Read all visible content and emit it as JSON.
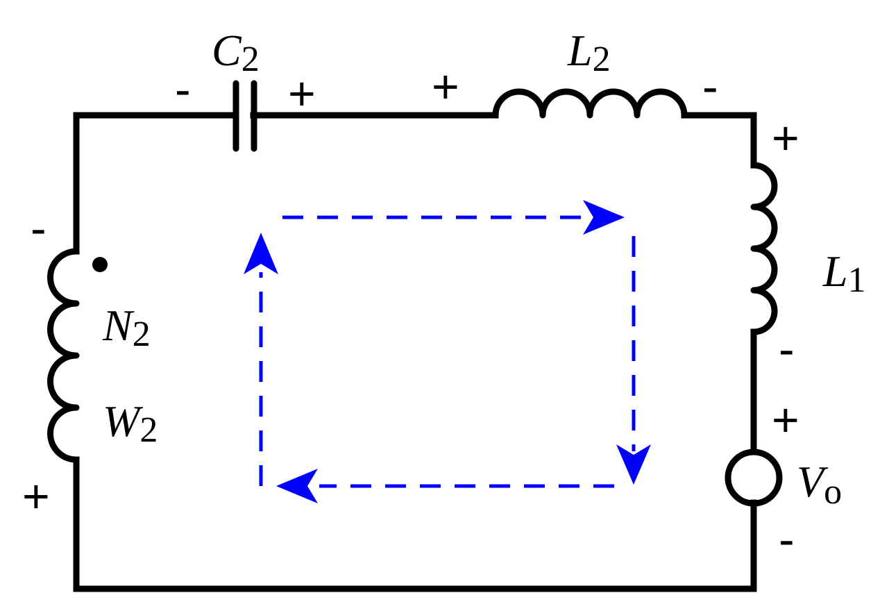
{
  "components": {
    "c2": {
      "symbol": "C",
      "sub": "2"
    },
    "l2": {
      "symbol": "L",
      "sub": "2"
    },
    "l1": {
      "symbol": "L",
      "sub": "1"
    },
    "n2": {
      "symbol": "N",
      "sub": "2"
    },
    "w2": {
      "symbol": "W",
      "sub": "2"
    },
    "vo": {
      "symbol": "V",
      "sub": "o"
    }
  },
  "polarity": {
    "c2_left": "-",
    "c2_right": "+",
    "l2_left": "+",
    "l2_right": "-",
    "l1_top": "+",
    "l1_bottom": "-",
    "vo_top": "+",
    "vo_bottom": "-",
    "w2_top": "-",
    "w2_bottom": "+"
  },
  "colors": {
    "wire": "#000000",
    "current_loop": "#0000ff"
  }
}
